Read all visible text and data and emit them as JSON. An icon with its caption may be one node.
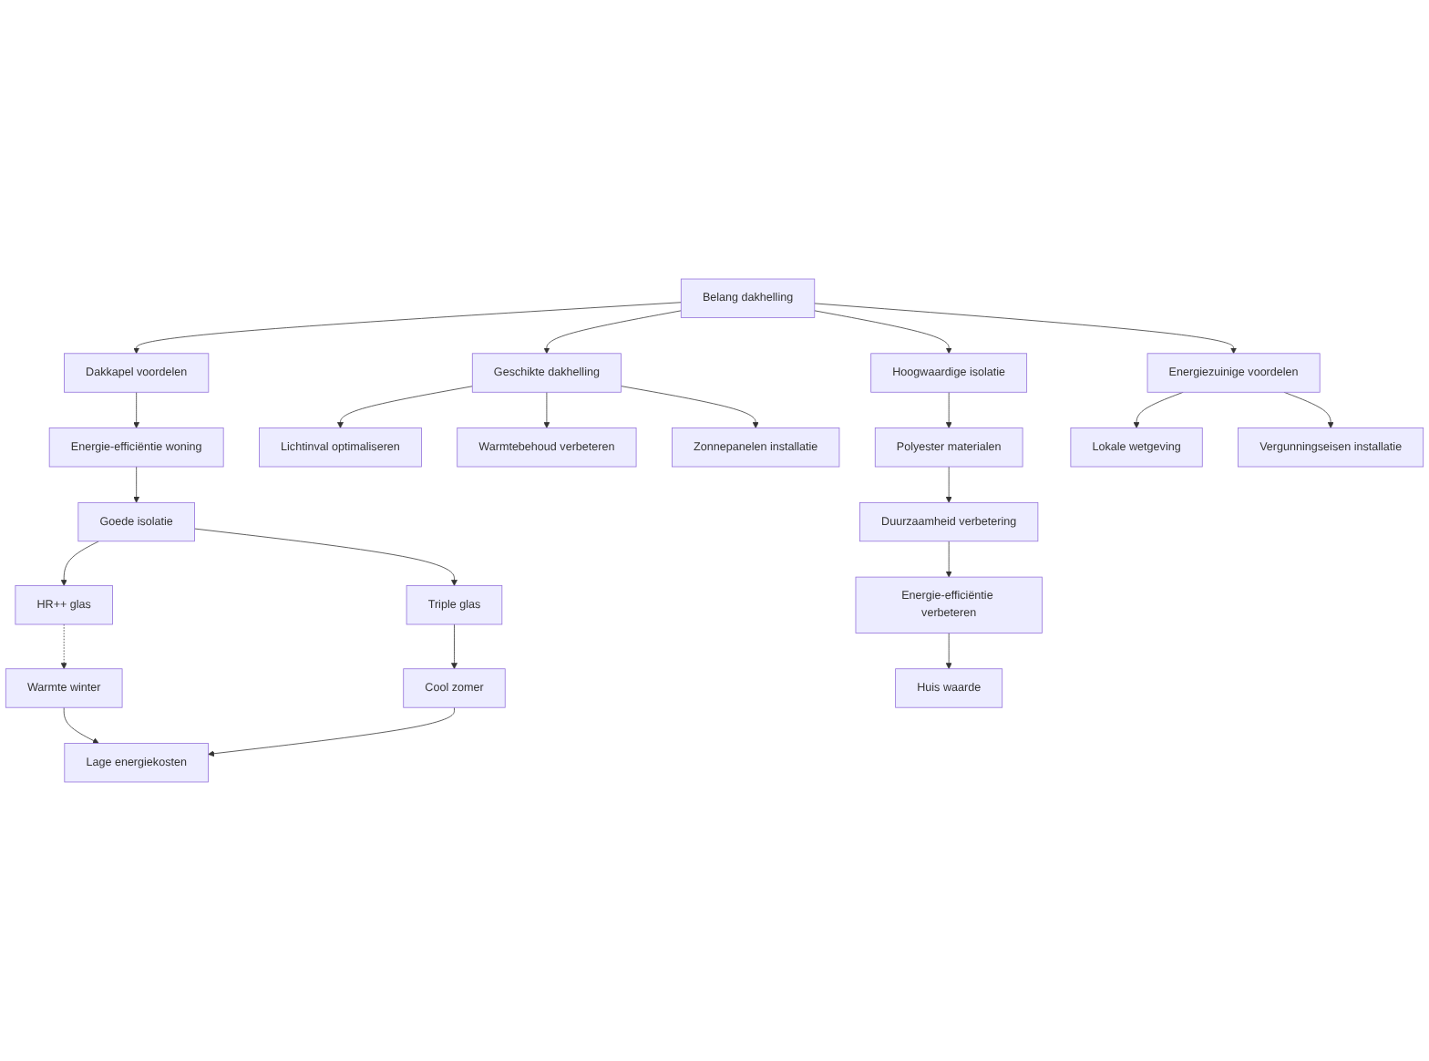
{
  "diagram": {
    "nodes": [
      {
        "text": [
          "Belang dakhelling"
        ]
      },
      {
        "text": [
          "Dakkapel voordelen"
        ]
      },
      {
        "text": [
          "Geschikte dakhelling"
        ]
      },
      {
        "text": [
          "Hoogwaardige isolatie"
        ]
      },
      {
        "text": [
          "Energiezuinige voordelen"
        ]
      },
      {
        "text": [
          "Energie-efficiëntie woning"
        ]
      },
      {
        "text": [
          "Lichtinval optimaliseren"
        ]
      },
      {
        "text": [
          "Warmtebehoud verbeteren"
        ]
      },
      {
        "text": [
          "Zonnepanelen installatie"
        ]
      },
      {
        "text": [
          "Polyester materialen"
        ]
      },
      {
        "text": [
          "Lokale wetgeving"
        ]
      },
      {
        "text": [
          "Vergunningseisen installatie"
        ]
      },
      {
        "text": [
          "Goede isolatie"
        ]
      },
      {
        "text": [
          "Duurzaamheid verbetering"
        ]
      },
      {
        "text": [
          "HR++ glas"
        ]
      },
      {
        "text": [
          "Triple glas"
        ]
      },
      {
        "text": [
          "Energie-efficiëntie verbeteren"
        ]
      },
      {
        "text": [
          "Warmte winter"
        ]
      },
      {
        "text": [
          "Cool zomer"
        ]
      },
      {
        "text": [
          "Huis waarde"
        ]
      },
      {
        "text": [
          "Lage energiekosten"
        ]
      }
    ],
    "edges": [
      {
        "from": 0,
        "to": 1,
        "arrow": "to"
      },
      {
        "from": 0,
        "to": 2,
        "arrow": "to"
      },
      {
        "from": 0,
        "to": 3,
        "arrow": "to"
      },
      {
        "from": 0,
        "to": 4,
        "arrow": "to"
      },
      {
        "from": 1,
        "to": 5,
        "arrow": "to"
      },
      {
        "from": 2,
        "to": 6,
        "arrow": "to"
      },
      {
        "from": 2,
        "to": 7,
        "arrow": "to"
      },
      {
        "from": 2,
        "to": 8,
        "arrow": "to"
      },
      {
        "from": 3,
        "to": 9,
        "arrow": "to"
      },
      {
        "from": 4,
        "to": 10,
        "arrow": "to"
      },
      {
        "from": 4,
        "to": 11,
        "arrow": "to"
      },
      {
        "from": 5,
        "to": 12,
        "arrow": "to"
      },
      {
        "from": 9,
        "to": 13,
        "arrow": "to"
      },
      {
        "from": 12,
        "to": 14,
        "arrow": "to"
      },
      {
        "from": 12,
        "to": 15,
        "arrow": "to"
      },
      {
        "from": 13,
        "to": 16,
        "arrow": "to"
      },
      {
        "from": 14,
        "to": 17,
        "arrow": "to",
        "style": "dashed"
      },
      {
        "from": 15,
        "to": 18,
        "arrow": "to"
      },
      {
        "from": 16,
        "to": 19,
        "arrow": "to"
      },
      {
        "from": 17,
        "to": 20,
        "arrow": "to"
      },
      {
        "from": 18,
        "to": 20,
        "arrow": "to"
      }
    ]
  }
}
